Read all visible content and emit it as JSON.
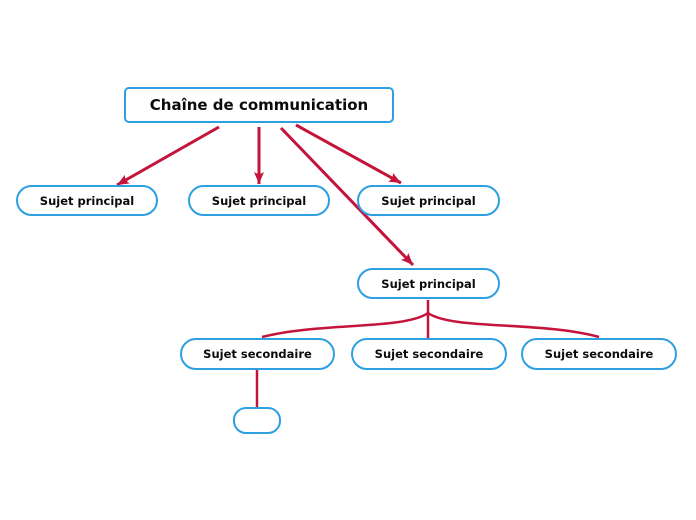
{
  "diagram": {
    "root": {
      "label": "Chaîne de communication"
    },
    "principals": [
      {
        "label": "Sujet principal"
      },
      {
        "label": "Sujet principal"
      },
      {
        "label": "Sujet principal"
      },
      {
        "label": "Sujet principal"
      }
    ],
    "secondaries": [
      {
        "label": "Sujet secondaire"
      },
      {
        "label": "Sujet secondaire"
      },
      {
        "label": "Sujet secondaire"
      }
    ],
    "empty_node": {
      "label": ""
    }
  },
  "colors": {
    "background": "#ffffff",
    "node_border": "#2e9fe1",
    "connector": "#c5143c",
    "text": "#0b0b0b"
  }
}
